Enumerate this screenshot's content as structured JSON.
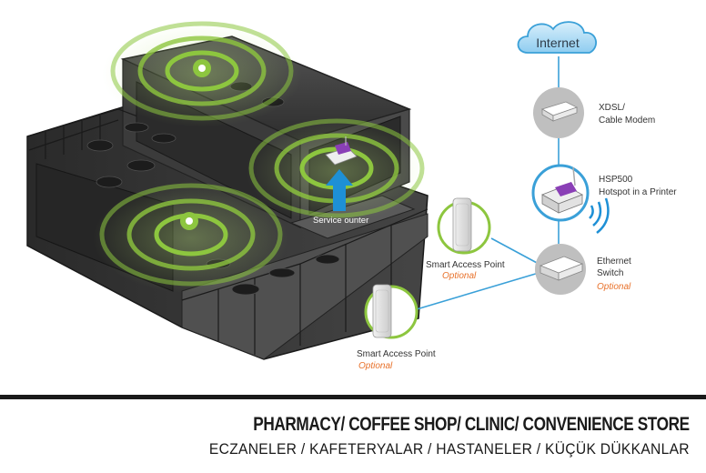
{
  "diagram": {
    "nodes": {
      "internet": {
        "label": "Internet",
        "icon": "cloud-icon"
      },
      "modem": {
        "label_line1": "XDSL/",
        "label_line2": "Cable Modem",
        "icon": "modem-icon"
      },
      "printer": {
        "label_line1": "HSP500",
        "label_line2": "Hotspot in a Printer",
        "icon": "printer-icon"
      },
      "switch": {
        "label_line1": "Ethernet",
        "label_line2": "Switch",
        "note": "Optional",
        "icon": "switch-icon"
      },
      "ap1": {
        "label": "Smart Access Point",
        "note": "Optional",
        "icon": "access-point-icon"
      },
      "ap2": {
        "label": "Smart Access Point",
        "note": "Optional",
        "icon": "access-point-icon"
      }
    },
    "building": {
      "service_counter_label": "Service ounter"
    },
    "colors": {
      "accent_green": "#8dc63f",
      "link_blue": "#3aa0d8",
      "note_orange": "#e8712a",
      "building_dark": "#3a3a3a",
      "arrow_blue": "#1e90d6"
    }
  },
  "footer": {
    "title": "PHARMACY/ COFFEE SHOP/ CLINIC/ CONVENIENCE STORE",
    "subtitle": "ECZANELER / KAFETERYALAR / HASTANELER / KÜÇÜK DÜKKANLAR"
  }
}
